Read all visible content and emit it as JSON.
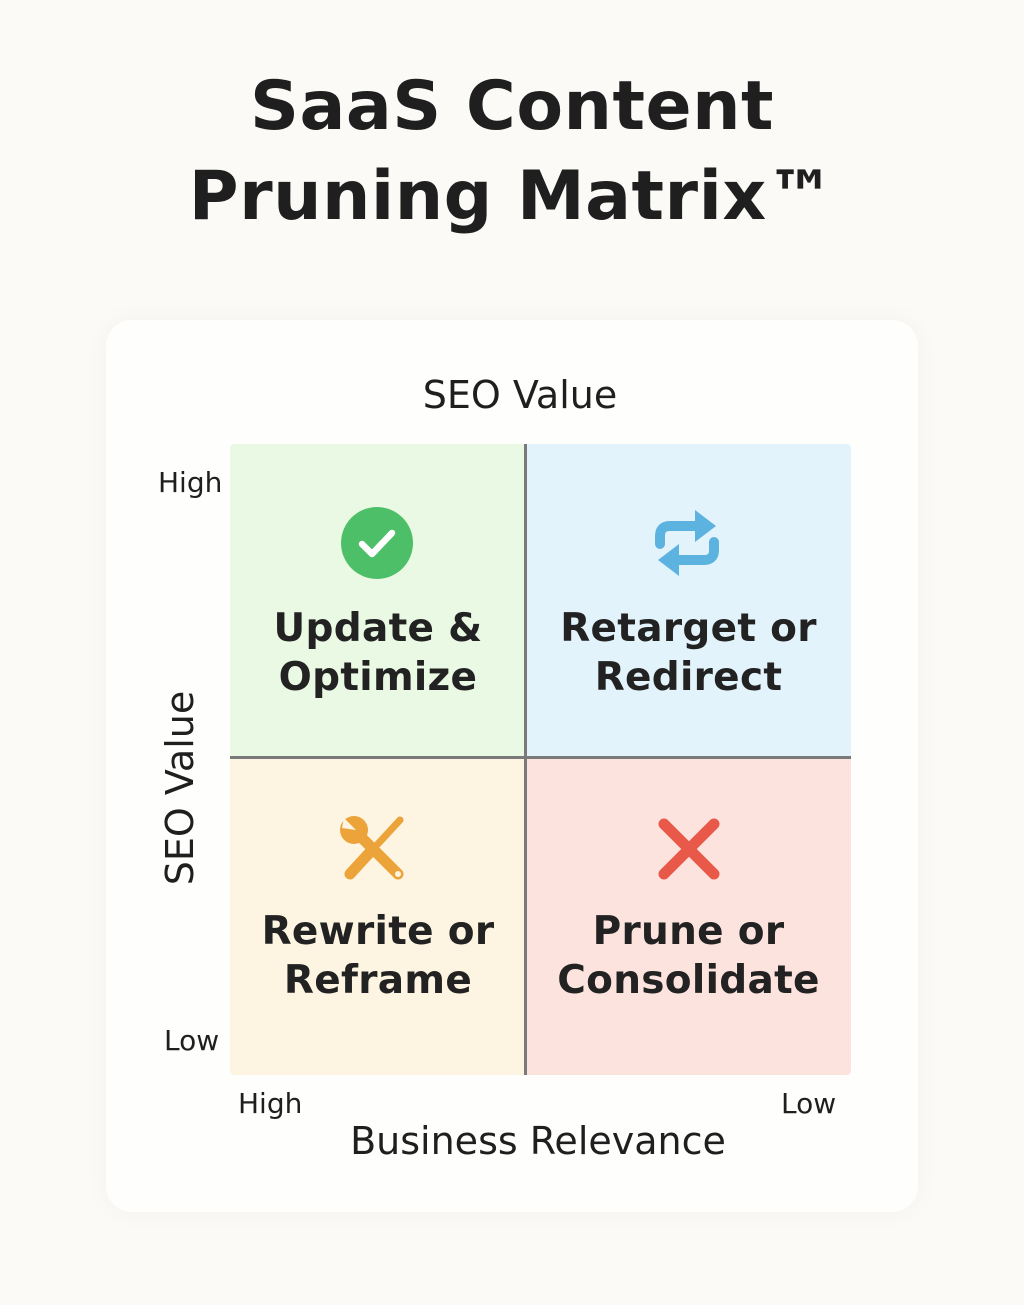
{
  "title_line1": "SaaS Content",
  "title_line2": "Pruning Matrix™",
  "top_axis_label": "SEO Value",
  "y_axis": {
    "label": "SEO Value",
    "high": "High",
    "low": "Low"
  },
  "x_axis": {
    "label": "Business Relevance",
    "high": "High",
    "low": "Low"
  },
  "quadrants": {
    "top_left": {
      "line1": "Update &",
      "line2": "Optimize",
      "icon": "check-circle-icon",
      "color": "#4cbf68",
      "bg": "#e9f9e3"
    },
    "top_right": {
      "line1": "Retarget or",
      "line2": "Redirect",
      "icon": "cycle-arrows-icon",
      "color": "#5db3e0",
      "bg": "#e3f3fb"
    },
    "bottom_left": {
      "line1": "Rewrite or",
      "line2": "Reframe",
      "icon": "tools-icon",
      "color": "#eca33a",
      "bg": "#fdf5e1"
    },
    "bottom_right": {
      "line1": "Prune or",
      "line2": "Consolidate",
      "icon": "x-mark-icon",
      "color": "#e8594a",
      "bg": "#fde3de"
    }
  }
}
